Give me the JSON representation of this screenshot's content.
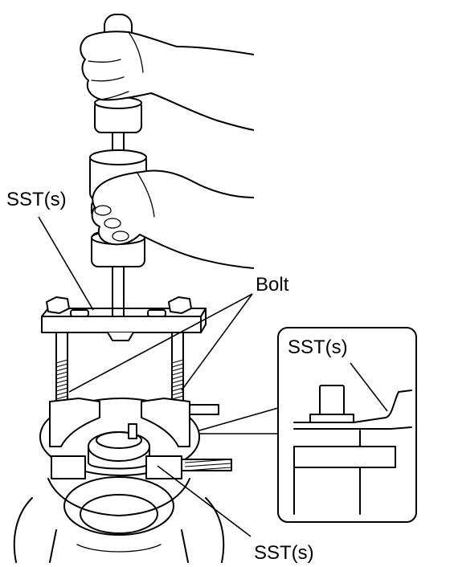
{
  "labels": {
    "sst_top": "SST(s)",
    "bolt": "Bolt",
    "sst_inset": "SST(s)",
    "sst_bottom": "SST(s)"
  },
  "colors": {
    "ink": "#000000",
    "background": "#ffffff"
  }
}
